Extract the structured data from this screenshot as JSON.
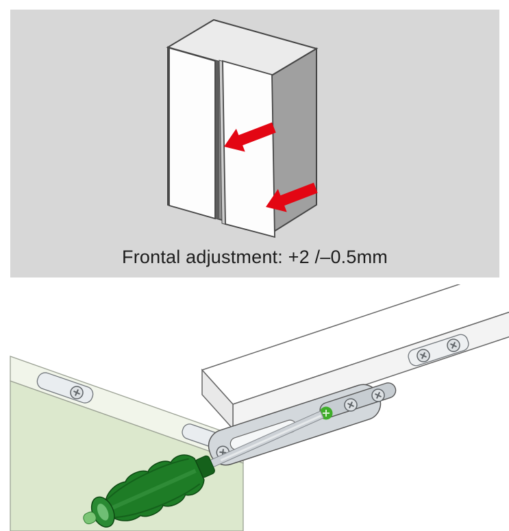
{
  "top_panel": {
    "background": "#d7d7d7",
    "caption": "Frontal adjustment: +2 /–0.5mm",
    "arrow_color": "#e30613",
    "illustration": "two-door-cabinet-with-frontal-adjustment-arrows"
  },
  "bottom_panel": {
    "illustration": "screwdriver-adjusting-cabinet-connector",
    "panel_green": "#dce8cd",
    "panel_edge_green": "#f1f5ea",
    "metal": "#d3d8dc",
    "screw_green": "#3fae2a",
    "screwdriver": {
      "shaft": "#ccd1d6",
      "handle": "#1e7c26",
      "butt": "#2a8a33"
    }
  }
}
